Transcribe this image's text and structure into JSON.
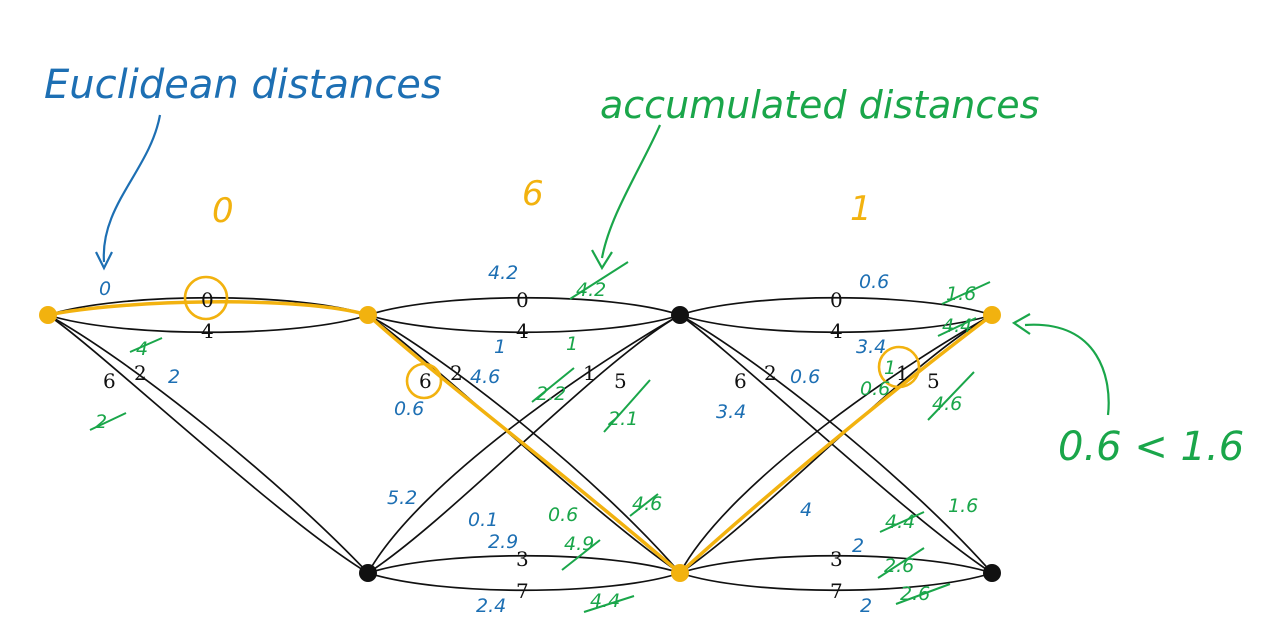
{
  "titles": {
    "euclidean": "Euclidean distances",
    "accumulated": "accumulated distances",
    "comparison": "0.6 < 1.6"
  },
  "stage_values": [
    "0",
    "6",
    "1"
  ],
  "edge_labels": [
    "0",
    "4",
    "6",
    "2",
    "0",
    "4",
    "6",
    "2",
    "1",
    "5",
    "3",
    "7",
    "0",
    "4",
    "6",
    "2",
    "1",
    "5",
    "3",
    "7"
  ],
  "euclidean_annotations": [
    "0",
    "2",
    "4.2",
    "1",
    "0.6",
    "4.6",
    "5.2",
    "0.1",
    "2.9",
    "2.4",
    "0.6",
    "3.4",
    "0.6",
    "3.4",
    "4",
    "2",
    "2"
  ],
  "accumulated_annotations": [
    "4",
    "2",
    "4.2",
    "1",
    "2.2",
    "2.1",
    "0.6",
    "4.9",
    "4.4",
    "4.6",
    "1.6",
    "4.4",
    "1",
    "0.6",
    "4.6",
    "1.6",
    "4.4",
    "2.6",
    "2.6"
  ]
}
